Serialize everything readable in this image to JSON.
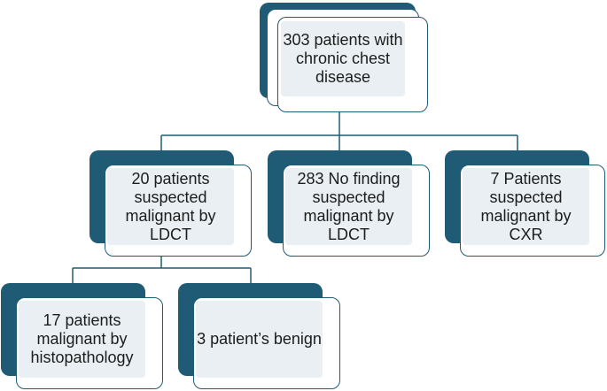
{
  "diagram": {
    "root": {
      "label": "303 patients with\nchronic chest\ndisease"
    },
    "level2": [
      {
        "label": "20 patients\nsuspected\nmalignant by\nLDCT"
      },
      {
        "label": "283 No finding\nsuspected\nmalignant by\nLDCT"
      },
      {
        "label": "7 Patients\nsuspected\nmalignant by CXR"
      }
    ],
    "level3": [
      {
        "label": "17 patients\nmalignant by\nhistopathology"
      },
      {
        "label": "3 patient’s benign"
      }
    ]
  },
  "colors": {
    "accent": "#1f5b74",
    "panel": "#e9eff2",
    "text": "#1c1c1c"
  }
}
